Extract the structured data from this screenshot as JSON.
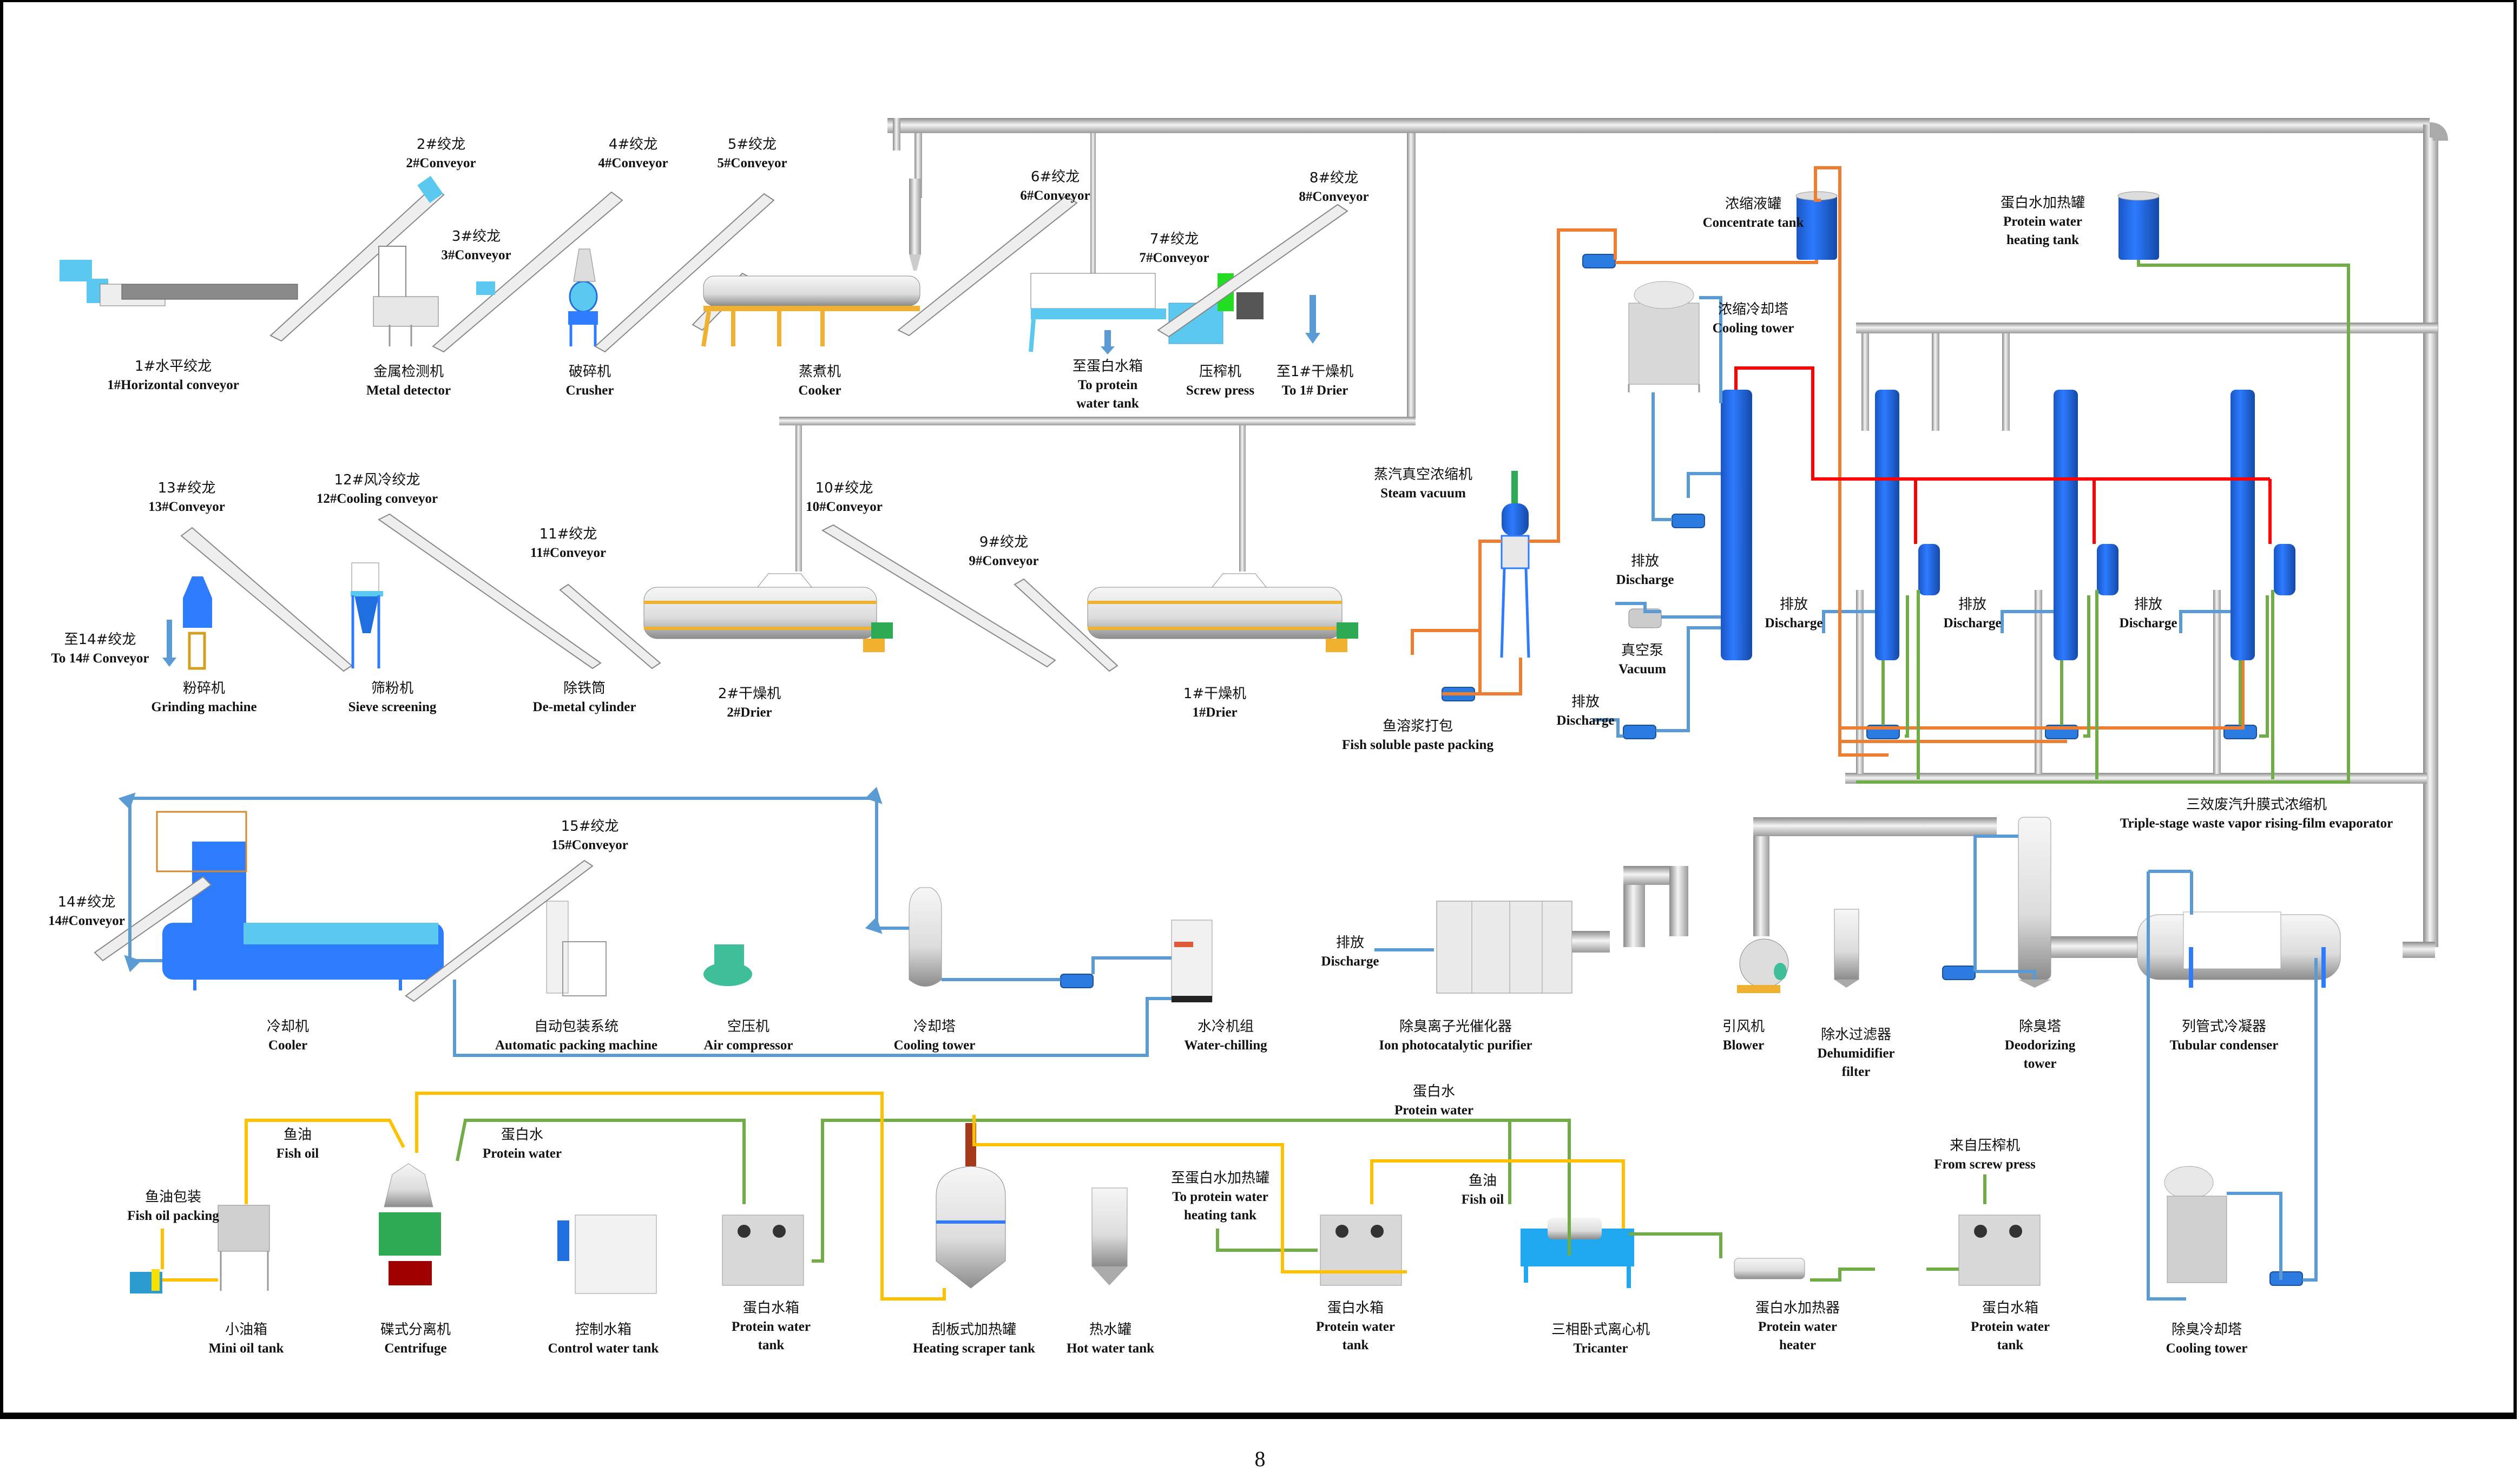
{
  "page": {
    "number": "8"
  },
  "colors": {
    "steam_pipe": "#c8c8c8",
    "cooling_water": "#5b9bd5",
    "concentrate": "#ed7d31",
    "vapor": "#ff0000",
    "protein_water": "#70ad47",
    "fish_oil": "#ffc000",
    "equipment_blue": "#1f6fe0",
    "equipment_light_blue": "#5bc8f0",
    "equipment_orange": "#f0b030",
    "equipment_green": "#2eaa55"
  },
  "labels": [
    {
      "id": "conv-1",
      "zh": "1#水平绞龙",
      "en": "1#Horizontal conveyor"
    },
    {
      "id": "conv-2",
      "zh": "2#绞龙",
      "en": "2#Conveyor"
    },
    {
      "id": "conv-3",
      "zh": "3#绞龙",
      "en": "3#Conveyor"
    },
    {
      "id": "metal-detector",
      "zh": "金属检测机",
      "en": "Metal detector"
    },
    {
      "id": "conv-4",
      "zh": "4#绞龙",
      "en": "4#Conveyor"
    },
    {
      "id": "crusher",
      "zh": "破碎机",
      "en": "Crusher"
    },
    {
      "id": "conv-5",
      "zh": "5#绞龙",
      "en": "5#Conveyor"
    },
    {
      "id": "cooker",
      "zh": "蒸煮机",
      "en": "Cooker"
    },
    {
      "id": "conv-6",
      "zh": "6#绞龙",
      "en": "6#Conveyor"
    },
    {
      "id": "to-protein-water-tank",
      "zh": "至蛋白水箱",
      "en": "To protein",
      "en2": "water tank"
    },
    {
      "id": "conv-7",
      "zh": "7#绞龙",
      "en": "7#Conveyor"
    },
    {
      "id": "screw-press",
      "zh": "压榨机",
      "en": "Screw press"
    },
    {
      "id": "conv-8",
      "zh": "8#绞龙",
      "en": "8#Conveyor"
    },
    {
      "id": "to-1-drier",
      "zh": "至1#干燥机",
      "en": "To 1# Drier"
    },
    {
      "id": "conv-13",
      "zh": "13#绞龙",
      "en": "13#Conveyor"
    },
    {
      "id": "to-14-conveyor",
      "zh": "至14#绞龙",
      "en": "To 14# Conveyor"
    },
    {
      "id": "grinding-machine",
      "zh": "粉碎机",
      "en": "Grinding machine"
    },
    {
      "id": "conv-12",
      "zh": "12#风冷绞龙",
      "en": "12#Cooling conveyor"
    },
    {
      "id": "sieve-screening",
      "zh": "筛粉机",
      "en": "Sieve screening"
    },
    {
      "id": "conv-11",
      "zh": "11#绞龙",
      "en": "11#Conveyor"
    },
    {
      "id": "de-metal-cylinder",
      "zh": "除铁筒",
      "en": "De-metal cylinder"
    },
    {
      "id": "conv-10",
      "zh": "10#绞龙",
      "en": "10#Conveyor"
    },
    {
      "id": "drier-2",
      "zh": "2#干燥机",
      "en": "2#Drier"
    },
    {
      "id": "conv-9",
      "zh": "9#绞龙",
      "en": "9#Conveyor"
    },
    {
      "id": "drier-1",
      "zh": "1#干燥机",
      "en": "1#Drier"
    },
    {
      "id": "steam-vacuum",
      "zh": "蒸汽真空浓缩机",
      "en": "Steam vacuum"
    },
    {
      "id": "fish-soluble-paste-packing",
      "zh": "鱼溶浆打包",
      "en": "Fish soluble paste packing"
    },
    {
      "id": "concentrate-tank",
      "zh": "浓缩液罐",
      "en": "Concentrate tank"
    },
    {
      "id": "conc-cooling-tower",
      "zh": "浓缩冷却塔",
      "en": "Cooling tower"
    },
    {
      "id": "discharge-a",
      "zh": "排放",
      "en": "Discharge"
    },
    {
      "id": "vacuum-pump",
      "zh": "真空泵",
      "en": "Vacuum"
    },
    {
      "id": "discharge-b",
      "zh": "排放",
      "en": "Discharge"
    },
    {
      "id": "protein-water-heating-tank",
      "zh": "蛋白水加热罐",
      "en": "Protein water",
      "en2": "heating tank"
    },
    {
      "id": "discharge-c",
      "zh": "排放",
      "en": "Discharge"
    },
    {
      "id": "discharge-d",
      "zh": "排放",
      "en": "Discharge"
    },
    {
      "id": "discharge-e",
      "zh": "排放",
      "en": "Discharge"
    },
    {
      "id": "triple-stage-evaporator",
      "zh": "三效废汽升膜式浓缩机",
      "en": "Triple-stage waste vapor rising-film evaporator"
    },
    {
      "id": "conv-14",
      "zh": "14#绞龙",
      "en": "14#Conveyor"
    },
    {
      "id": "cooler",
      "zh": "冷却机",
      "en": "Cooler"
    },
    {
      "id": "conv-15",
      "zh": "15#绞龙",
      "en": "15#Conveyor"
    },
    {
      "id": "automatic-packing-machine",
      "zh": "自动包装系统",
      "en": "Automatic packing machine"
    },
    {
      "id": "air-compressor",
      "zh": "空压机",
      "en": "Air compressor"
    },
    {
      "id": "cooling-tower-chill",
      "zh": "冷却塔",
      "en": "Cooling tower"
    },
    {
      "id": "water-chilling",
      "zh": "水冷机组",
      "en": "Water-chilling"
    },
    {
      "id": "discharge-f",
      "zh": "排放",
      "en": "Discharge"
    },
    {
      "id": "ion-photocatalytic-purifier",
      "zh": "除臭离子光催化器",
      "en": "Ion  photocatalytic purifier"
    },
    {
      "id": "blower",
      "zh": "引风机",
      "en": "Blower"
    },
    {
      "id": "dehumidifier-filter",
      "zh": "除水过滤器",
      "en": "Dehumidifier",
      "en2": "filter"
    },
    {
      "id": "deodorizing-tower",
      "zh": "除臭塔",
      "en": "Deodorizing",
      "en2": "tower"
    },
    {
      "id": "tubular-condenser",
      "zh": "列管式冷凝器",
      "en": "Tubular condenser"
    },
    {
      "id": "fish-oil-1",
      "zh": "鱼油",
      "en": "Fish oil"
    },
    {
      "id": "protein-water-1",
      "zh": "蛋白水",
      "en": "Protein water"
    },
    {
      "id": "fish-oil-packing",
      "zh": "鱼油包装",
      "en": "Fish oil packing"
    },
    {
      "id": "mini-oil-tank",
      "zh": "小油箱",
      "en": "Mini oil tank"
    },
    {
      "id": "centrifuge",
      "zh": "碟式分离机",
      "en": "Centrifuge"
    },
    {
      "id": "control-water-tank",
      "zh": "控制水箱",
      "en": "Control water tank"
    },
    {
      "id": "protein-water-tank-1",
      "zh": "蛋白水箱",
      "en": "Protein water",
      "en2": "tank"
    },
    {
      "id": "heating-scraper-tank",
      "zh": "刮板式加热罐",
      "en": "Heating scraper tank"
    },
    {
      "id": "hot-water-tank",
      "zh": "热水罐",
      "en": "Hot water tank"
    },
    {
      "id": "to-protein-water-heating-tank",
      "zh": "至蛋白水加热罐",
      "en": "To protein water",
      "en2": "heating tank"
    },
    {
      "id": "protein-water-2",
      "zh": "蛋白水",
      "en": "Protein water"
    },
    {
      "id": "protein-water-tank-2",
      "zh": "蛋白水箱",
      "en": "Protein water",
      "en2": "tank"
    },
    {
      "id": "fish-oil-2",
      "zh": "鱼油",
      "en": "Fish oil"
    },
    {
      "id": "tricanter",
      "zh": "三相卧式离心机",
      "en": "Tricanter"
    },
    {
      "id": "protein-water-heater",
      "zh": "蛋白水加热器",
      "en": "Protein water",
      "en2": "heater"
    },
    {
      "id": "from-screw-press",
      "zh": "来自压榨机",
      "en": "From screw press"
    },
    {
      "id": "protein-water-tank-3",
      "zh": "蛋白水箱",
      "en": "Protein water",
      "en2": "tank"
    },
    {
      "id": "deodorizing-cooling-tower",
      "zh": "除臭冷却塔",
      "en": "Cooling tower"
    }
  ]
}
